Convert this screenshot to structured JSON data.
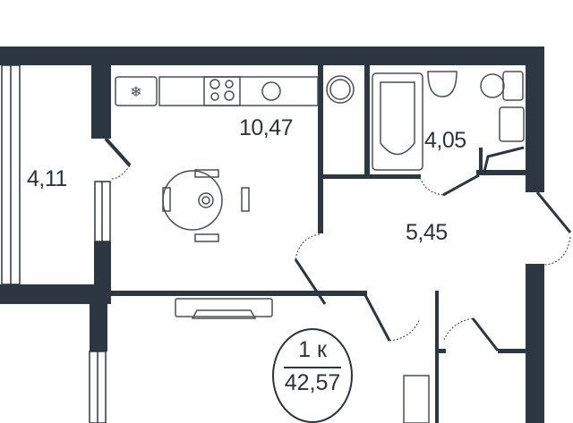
{
  "plan": {
    "colors": {
      "wall": "#2d3741",
      "furniture": "#4a4f55"
    },
    "rooms": {
      "kitchen_area": "10,47",
      "balcony_area": "4,11",
      "bathroom_area": "4,05",
      "hall_area": "5,45"
    },
    "apartment": {
      "rooms_label": "1 к",
      "total_area": "42,57"
    }
  }
}
